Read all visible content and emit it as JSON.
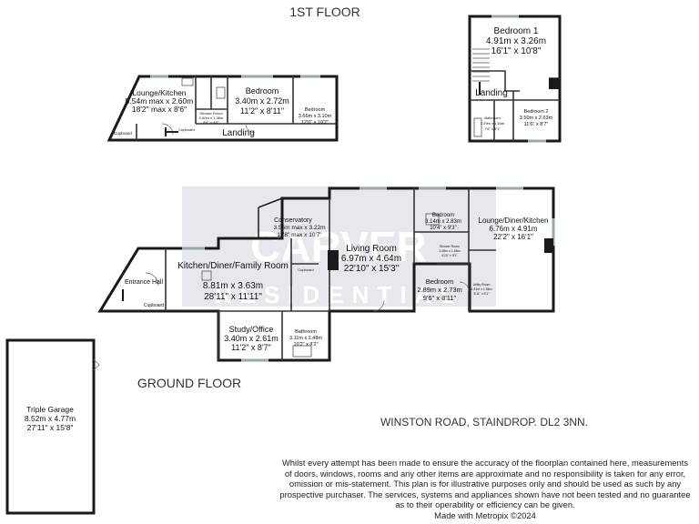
{
  "floors": {
    "first_floor_label": "1ST FLOOR",
    "ground_floor_label": "GROUND FLOOR"
  },
  "address": "WINSTON ROAD, STAINDROP. DL2 3NN.",
  "watermark": {
    "brand": "CARVER",
    "sub": "RESIDENTIAL"
  },
  "rooms": {
    "ff_lounge_kitchen": {
      "name": "Lounge/Kitchen",
      "dims": "5.54m max x 2.60m",
      "dims_imperial": "18'2\" max x 8'6\""
    },
    "ff_shower_room": {
      "name": "Shower Room",
      "dims": "2.60m x 1.38m",
      "dims_imperial": "8'6\" x 4'6\""
    },
    "ff_bedroom_a": {
      "name": "Bedroom",
      "dims": "3.40m x 2.72m",
      "dims_imperial": "11'2\" x 8'11\""
    },
    "ff_bedroom_b": {
      "name": "Bedroom",
      "dims": "3.66m x 3.10m",
      "dims_imperial": "12'0\" x 10'2\""
    },
    "ff_landing": {
      "name": "Landing"
    },
    "ff_cupboard": {
      "name": "Cupboard"
    },
    "ff_cupboard_2": {
      "name": "Cupboard"
    },
    "annex_bedroom_1": {
      "name": "Bedroom 1",
      "dims": "4.91m x 3.26m",
      "dims_imperial": "16'1\" x 10'8\""
    },
    "annex_landing": {
      "name": "Landing"
    },
    "annex_bathroom": {
      "name": "Bathroom",
      "dims": "2.29m x 1.54m",
      "dims_imperial": "7'6\" x 5'1\""
    },
    "annex_bedroom_2": {
      "name": "Bedroom 2",
      "dims": "3.50m x 2.63m",
      "dims_imperial": "11'6\" x 8'7\""
    },
    "gf_conservatory": {
      "name": "Conservatory",
      "dims": "3.55m max x 3.22m",
      "dims_imperial": "11'8\" max x 10'7\""
    },
    "gf_living_room": {
      "name": "Living Room",
      "dims": "6.97m x 4.64m",
      "dims_imperial": "22'10\" x 15'3\""
    },
    "gf_bedroom_small": {
      "name": "Bedroom",
      "dims": "3.14m x 2.83m",
      "dims_imperial": "10'4\" x 9'3\""
    },
    "gf_lounge_diner_kitchen": {
      "name": "Lounge/Diner/Kitchen",
      "dims": "6.76m x 4.91m",
      "dims_imperial": "22'2\" x 16'1\""
    },
    "gf_kitchen_diner_family": {
      "name": "Kitchen/Diner/Family Room",
      "dims": "8.81m x 3.63m",
      "dims_imperial": "28'11\" x 11'11\""
    },
    "gf_entrance_hall": {
      "name": "Entrance Hall"
    },
    "gf_cupboard": {
      "name": "Cupboard"
    },
    "gf_cupboard_inner": {
      "name": "Cupboard"
    },
    "gf_shower_room": {
      "name": "Shower Room",
      "dims": "2.08m x 1.56m",
      "dims_imperial": "6'10\" x 5'1\""
    },
    "gf_utility_room": {
      "name": "Utility Room",
      "dims": "1.81m x 1.56m",
      "dims_imperial": "5'11\" x 5'1\""
    },
    "gf_bedroom_large": {
      "name": "Bedroom",
      "dims": "2.89m x 2.73m",
      "dims_imperial": "9'6\" x 8'11\""
    },
    "gf_study_office": {
      "name": "Study/Office",
      "dims": "3.40m x 2.61m",
      "dims_imperial": "11'2\" x 8'7\""
    },
    "gf_bathroom": {
      "name": "Bathroom",
      "dims": "3.11m x 2.48m",
      "dims_imperial": "10'2\" x 8'2\""
    },
    "triple_garage": {
      "name": "Triple Garage",
      "dims": "8.52m x 4.77m",
      "dims_imperial": "27'11\" x 15'8\""
    }
  },
  "disclaimer": [
    "Whilst every attempt has been made to ensure the accuracy of the floorplan contained here, measurements",
    "of doors, windows, rooms and any other items are approximate and no responsibility is taken for any error,",
    "omission or mis-statement. This plan is for illustrative purposes only and should be used as such by any",
    "prospective purchaser. The services, systems and appliances shown have not been tested and no guarantee",
    "as to their operability or efficiency can be given.",
    "Made with Metropix ©2024"
  ]
}
